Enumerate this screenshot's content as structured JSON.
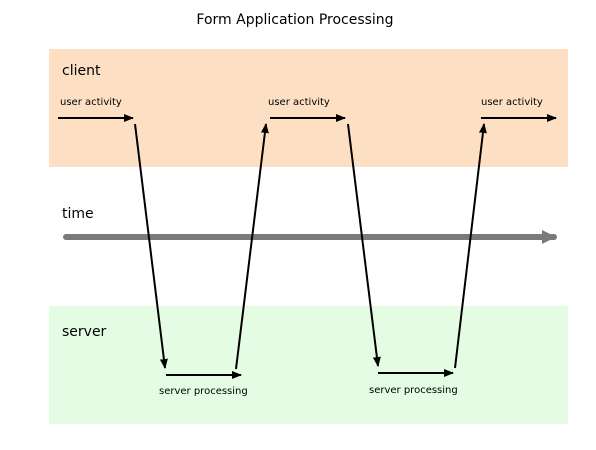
{
  "title": "Form Application Processing",
  "lanes": {
    "client": {
      "label": "client",
      "color": "#fde0c4"
    },
    "time": {
      "label": "time",
      "color": "#7a7a7a"
    },
    "server": {
      "label": "server",
      "color": "#e3fce3"
    }
  },
  "client_activities": [
    {
      "label": "user activity"
    },
    {
      "label": "user activity"
    },
    {
      "label": "user activity"
    }
  ],
  "server_activities": [
    {
      "label": "server processing"
    },
    {
      "label": "server processing"
    }
  ]
}
